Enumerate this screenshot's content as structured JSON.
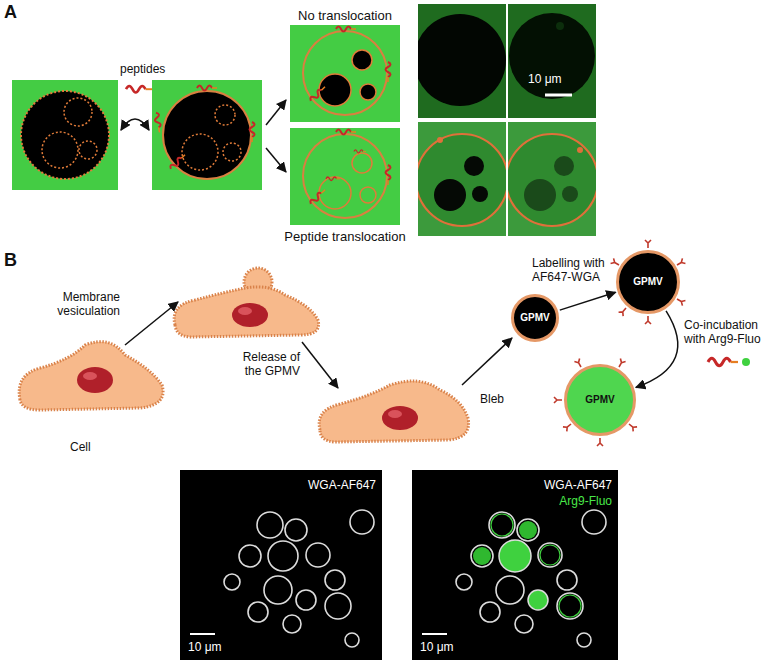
{
  "diagram": {
    "nodes": [
      {
        "text": [
          "GPMV"
        ]
      },
      {
        "text": [
          "GPMV"
        ]
      },
      {
        "text": [
          "GPMV"
        ]
      }
    ],
    "edges": [
      {
        "from": 0,
        "to": 1,
        "arrow": "to",
        "label": "Labelling with AF647-WGA"
      },
      {
        "from": 1,
        "to": 2,
        "arrow": "to",
        "label": "Co-incubation with Arg9-Fluo"
      }
    ],
    "labels": [
      "A",
      "peptides",
      "No translocation",
      "Peptide translocation",
      "10 μm",
      "B",
      "Membrane vesiculation",
      "Release of the GPMV",
      "Bleb",
      "Cell",
      "WGA-AF647",
      "10 μm",
      "WGA-AF647",
      "Arg9-Fluo",
      "10 μm"
    ]
  }
}
